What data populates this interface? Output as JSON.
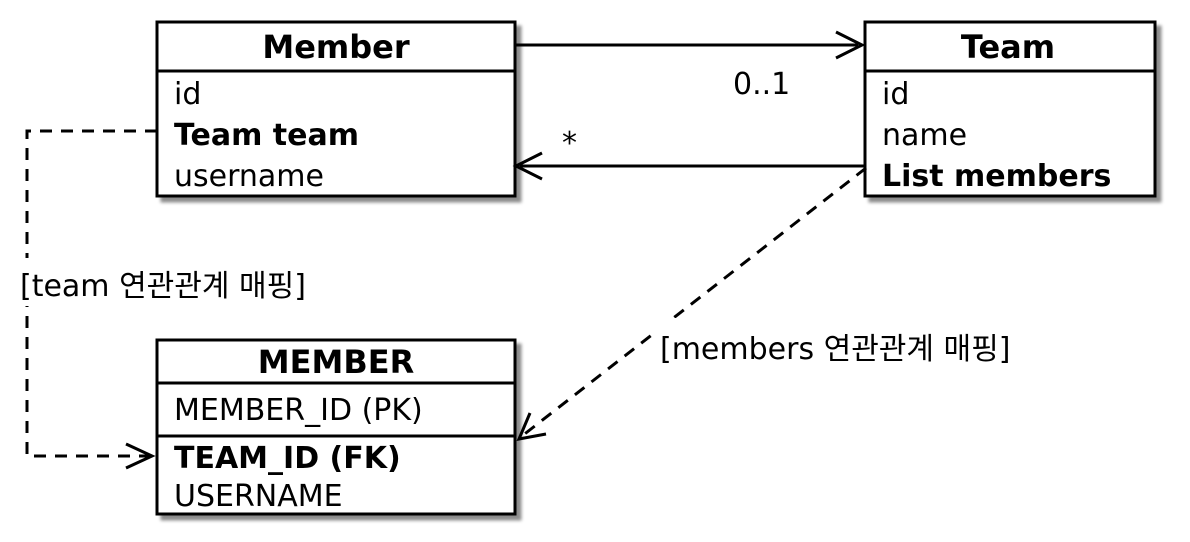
{
  "member_class": {
    "title": "Member",
    "fields": [
      {
        "text": "id",
        "bold": false
      },
      {
        "text": "Team team",
        "bold": true
      },
      {
        "text": "username",
        "bold": false
      }
    ]
  },
  "team_class": {
    "title": "Team",
    "fields": [
      {
        "text": "id",
        "bold": false
      },
      {
        "text": "name",
        "bold": false
      },
      {
        "text": "List members",
        "bold": true
      }
    ]
  },
  "member_table": {
    "title": "MEMBER",
    "fields": [
      {
        "text": "MEMBER_ID (PK)",
        "bold": false
      },
      {
        "text": "TEAM_ID (FK)",
        "bold": true
      },
      {
        "text": "USERNAME",
        "bold": false
      }
    ]
  },
  "associations": {
    "member_to_team_multiplicity": "0..1",
    "team_to_member_multiplicity": "*"
  },
  "annotations": {
    "team_mapping": "[team 연관관계 매핑]",
    "members_mapping": "[members 연관관계 매핑]"
  }
}
